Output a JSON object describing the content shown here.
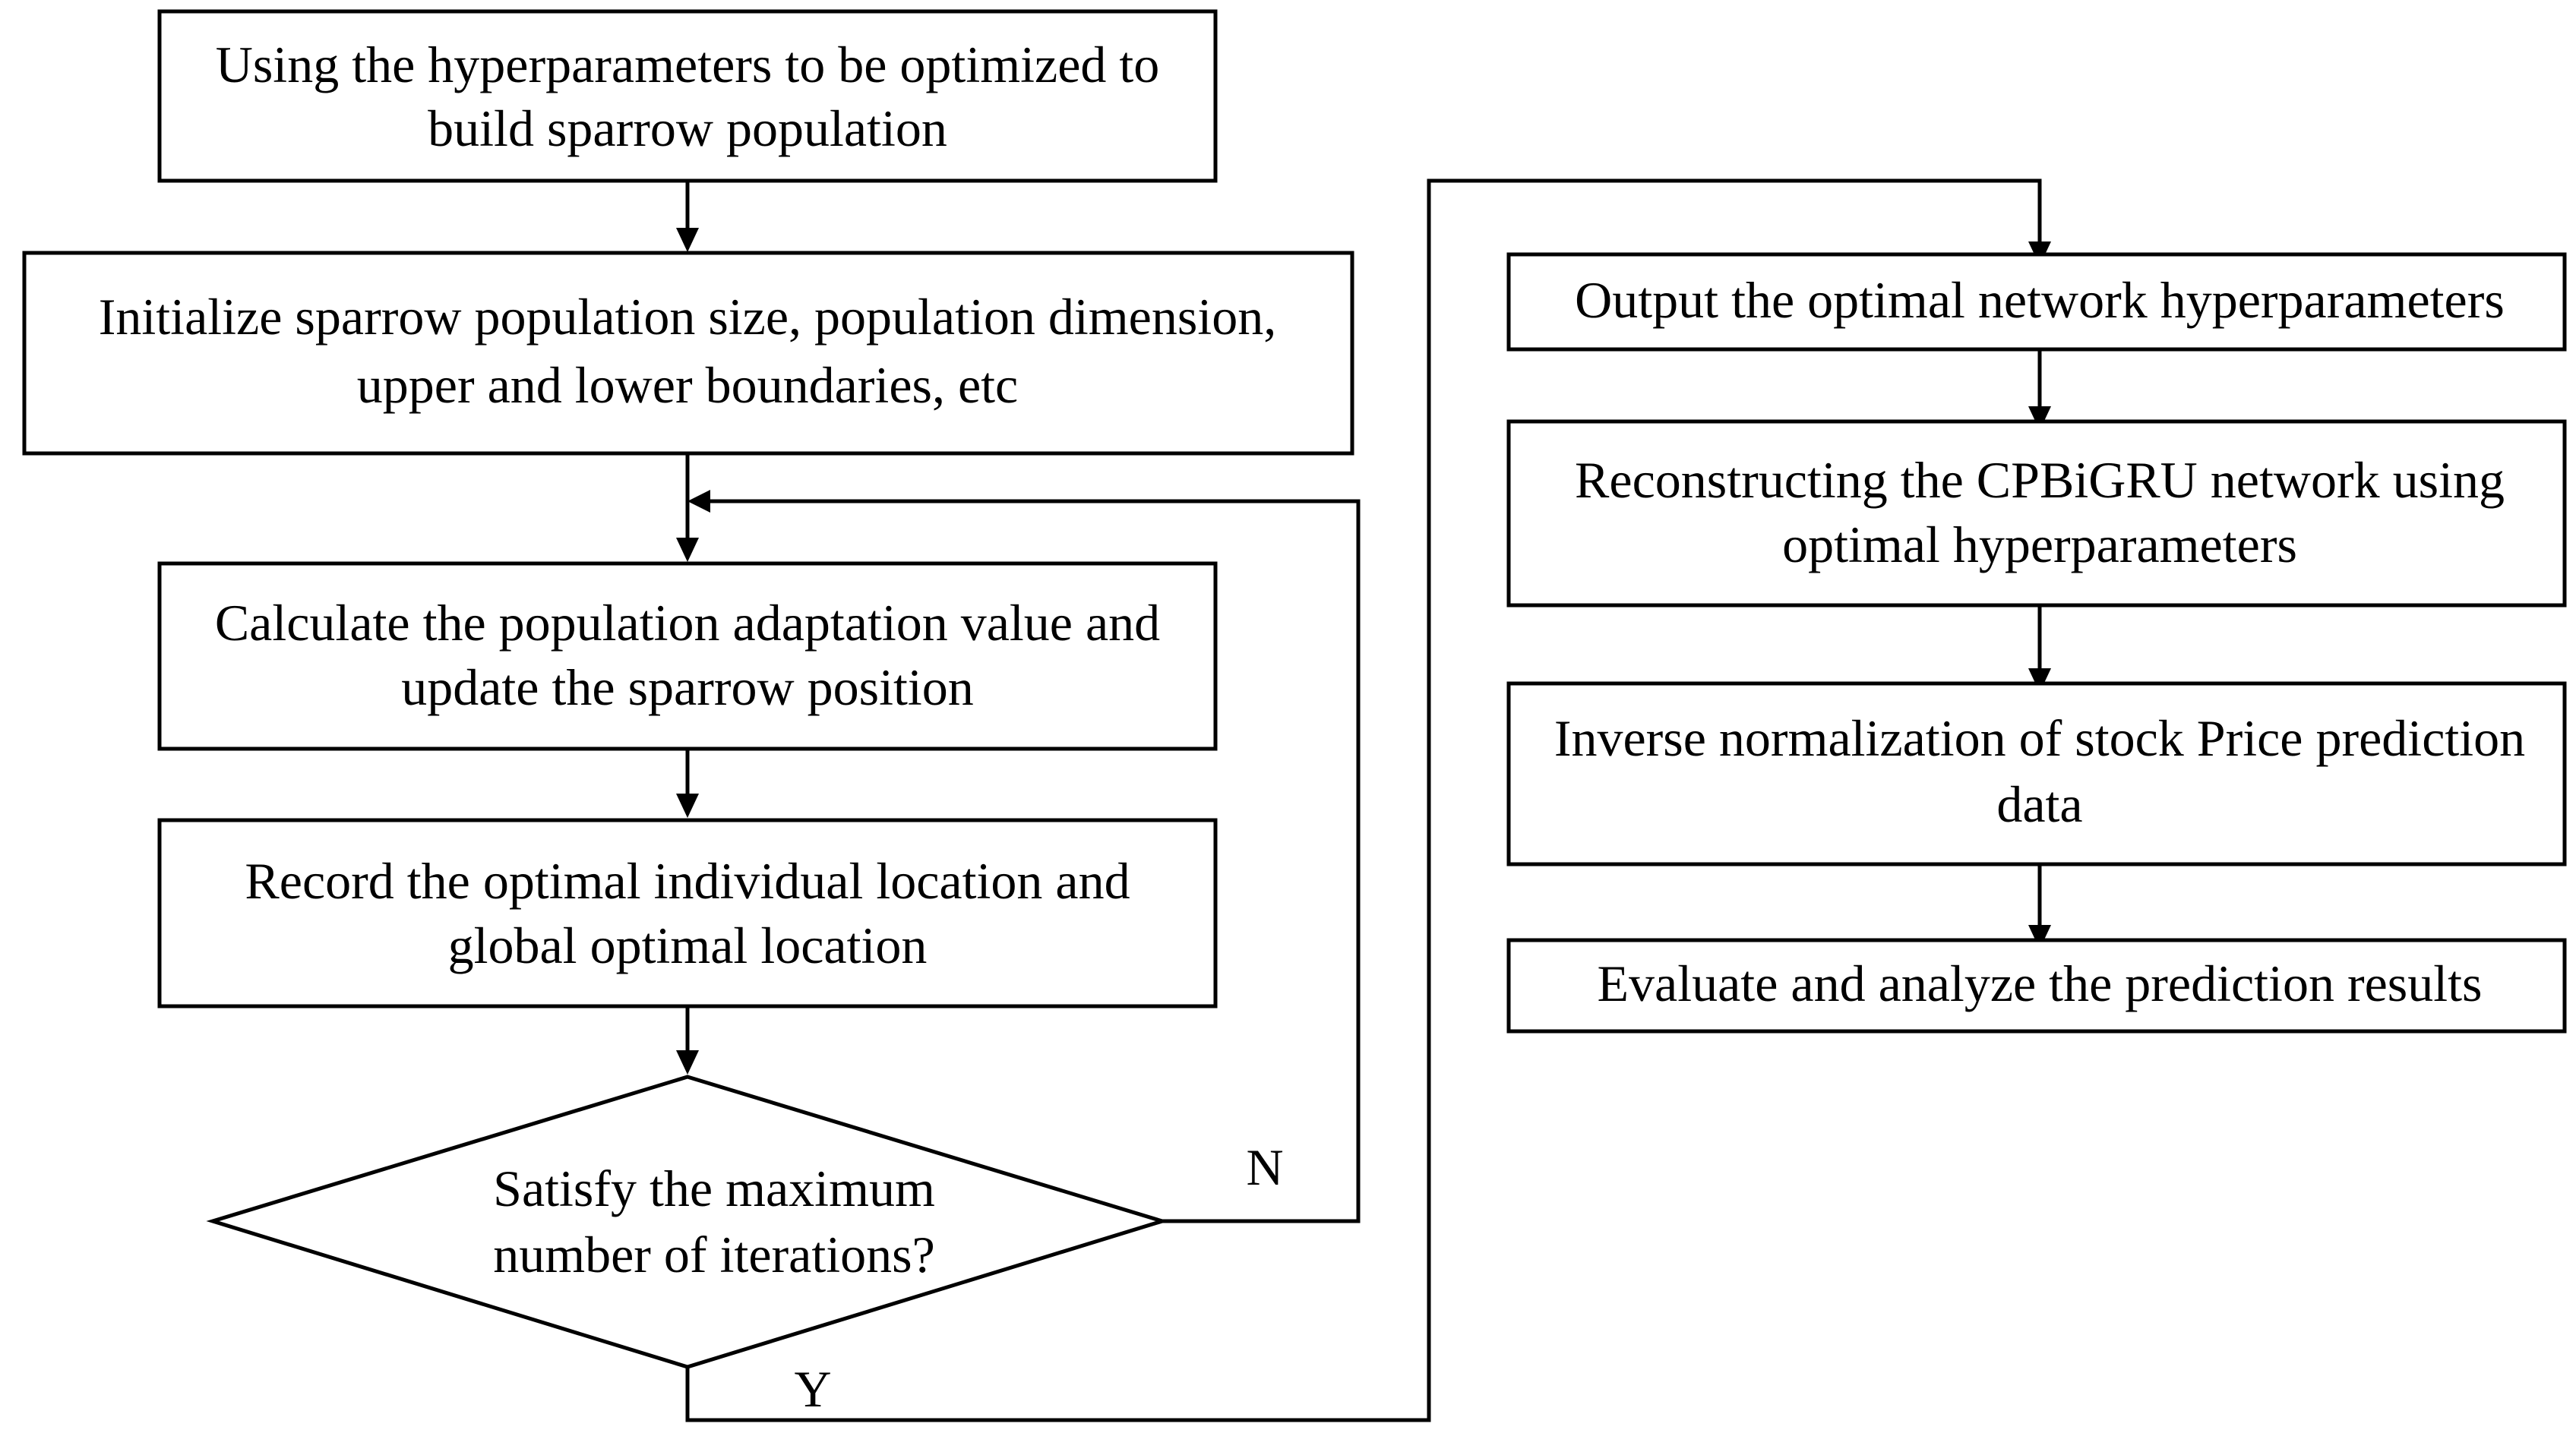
{
  "left_column": {
    "step1": [
      "Using the hyperparameters to be optimized to",
      "build sparrow population"
    ],
    "step2": [
      "Initialize sparrow population size, population dimension,",
      "upper and lower boundaries, etc"
    ],
    "step3": [
      "Calculate the population adaptation value and",
      "update the sparrow position"
    ],
    "step4": [
      "Record the optimal individual location and",
      "global optimal location"
    ],
    "decision": [
      "Satisfy the maximum",
      "number of iterations?"
    ],
    "no_label": "N",
    "yes_label": "Y"
  },
  "right_column": {
    "step1": [
      "Output the optimal network hyperparameters"
    ],
    "step2": [
      "Reconstructing the CPBiGRU network using",
      "optimal hyperparameters"
    ],
    "step3": [
      "Inverse normalization of stock Price prediction",
      "data"
    ],
    "step4": [
      "Evaluate and analyze the prediction results"
    ]
  },
  "colors": {
    "stroke": "#000000",
    "fill": "#ffffff",
    "text": "#000000"
  }
}
